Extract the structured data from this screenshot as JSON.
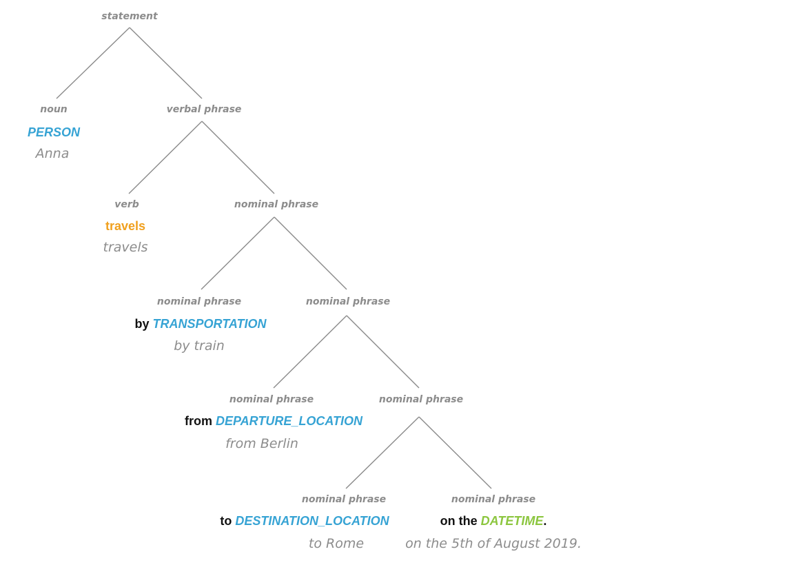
{
  "colors": {
    "edge": "#8a8a8a",
    "label": "#8c8c8c",
    "example": "#8c8c8c",
    "text": "#111111",
    "entity": "#36a3d4",
    "verb": "#f0a01e",
    "datetime": "#8cc63f"
  },
  "tree": {
    "root_label": "statement",
    "noun": {
      "label": "noun",
      "entity": "PERSON",
      "example": "Anna"
    },
    "vp1": {
      "label": "verbal phrase"
    },
    "verb": {
      "label": "verb",
      "entity": "travels",
      "example": "travels"
    },
    "np1": {
      "label": "nominal phrase"
    },
    "np_transport": {
      "label": "nominal phrase",
      "prefix": "by",
      "entity": "TRANSPORTATION",
      "example": "by train"
    },
    "np2": {
      "label": "nominal phrase"
    },
    "np_departure": {
      "label": "nominal phrase",
      "prefix": "from",
      "entity": "DEPARTURE_LOCATION",
      "example": "from Berlin"
    },
    "np3": {
      "label": "nominal phrase"
    },
    "np_destination": {
      "label": "nominal phrase",
      "prefix": "to",
      "entity": "DESTINATION_LOCATION",
      "example": "to Rome"
    },
    "np_datetime": {
      "label": "nominal phrase",
      "prefix": "on the",
      "entity": "DATETIME",
      "suffix": ".",
      "example": "on the 5th of August 2019."
    }
  }
}
